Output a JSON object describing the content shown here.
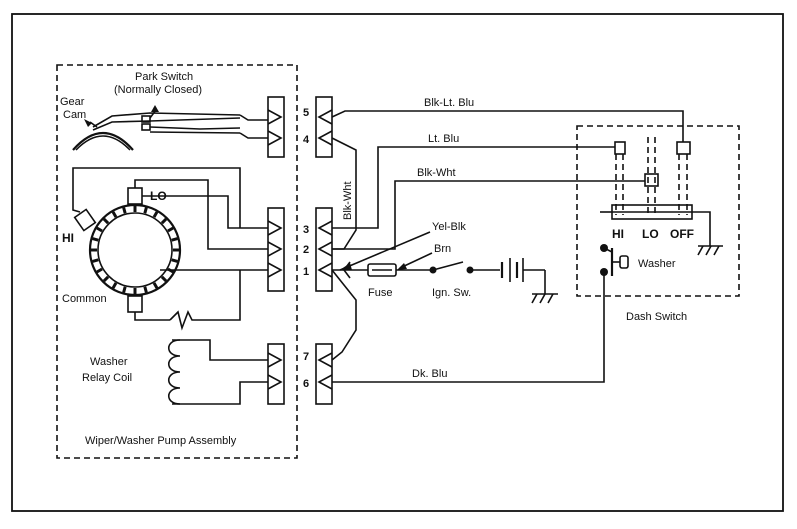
{
  "labels": {
    "park_switch": "Park Switch",
    "normally_closed": "(Normally Closed)",
    "gear": "Gear",
    "cam": "Cam",
    "lo": "LO",
    "hi": "HI",
    "common": "Common",
    "washer_relay_line1": "Washer",
    "washer_relay_line2": "Relay Coil",
    "assembly": "Wiper/Washer Pump Assembly",
    "blk_wht_vertical": "Blk-Wht",
    "fuse": "Fuse",
    "ign_sw": "Ign. Sw.",
    "yel_blk": "Yel-Blk",
    "brn": "Brn",
    "dash_switch": "Dash Switch",
    "sw_hi": "HI",
    "sw_lo": "LO",
    "sw_off": "OFF",
    "washer": "Washer"
  },
  "pins": {
    "p5": "5",
    "p4": "4",
    "p3": "3",
    "p2": "2",
    "p1": "1",
    "p7": "7",
    "p6": "6"
  },
  "wires": {
    "blk_lt_blu": "Blk-Lt. Blu",
    "lt_blu": "Lt. Blu",
    "blk_wht": "Blk-Wht",
    "dk_blu": "Dk. Blu"
  }
}
